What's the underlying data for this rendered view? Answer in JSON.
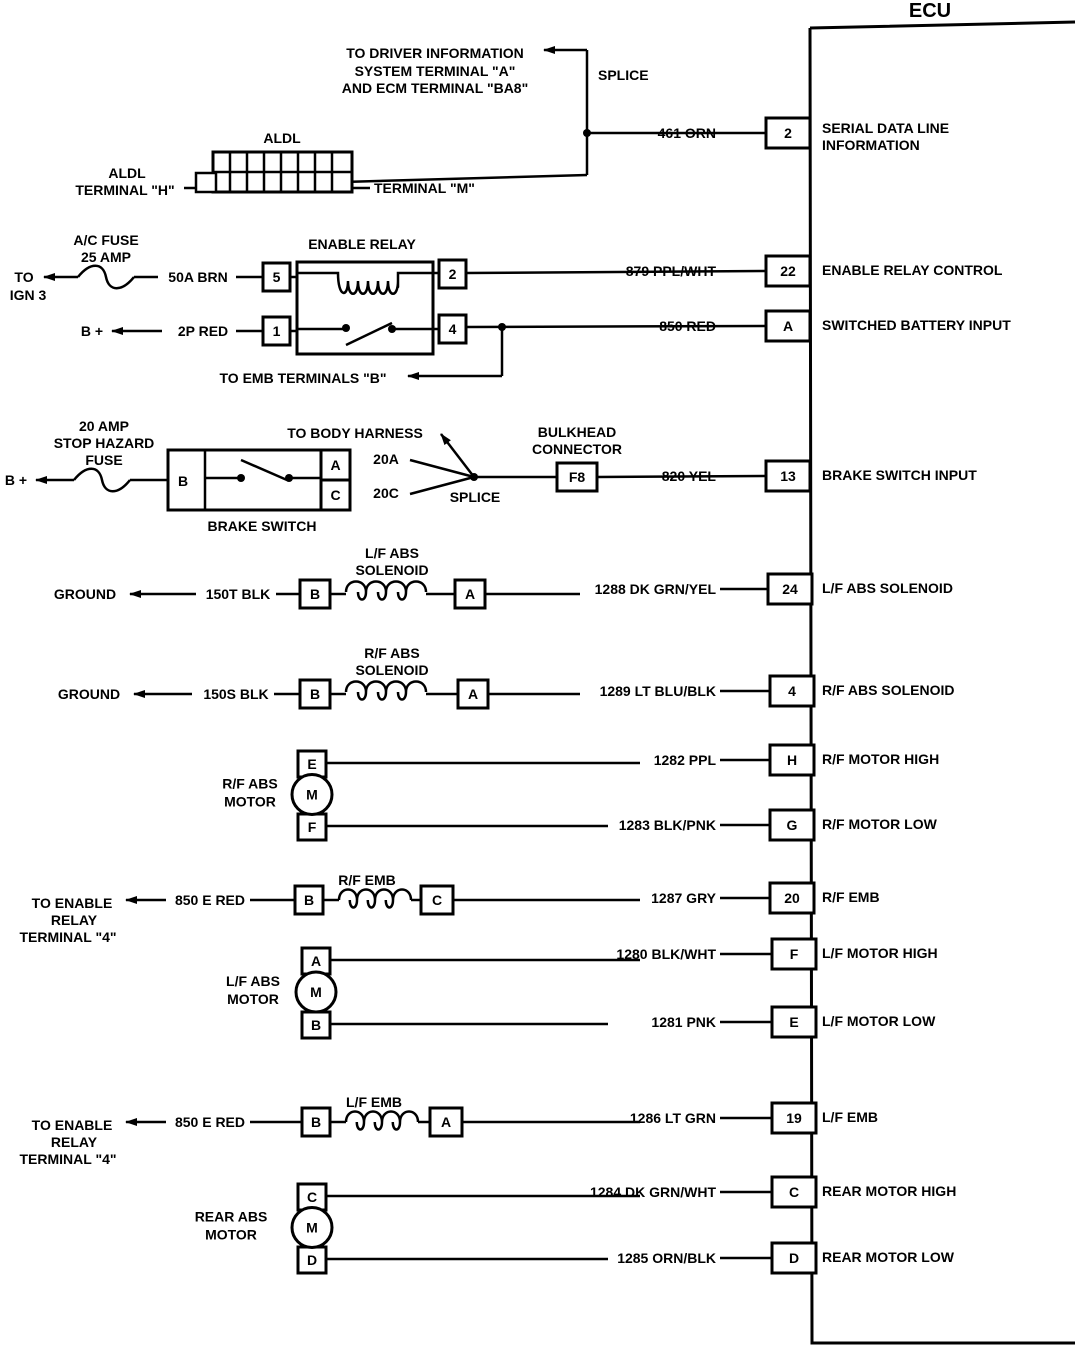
{
  "ecu": {
    "title": "ECU",
    "terminals": [
      {
        "pin": "2",
        "desc": [
          "SERIAL DATA LINE",
          "INFORMATION"
        ],
        "wire": "461 ORN"
      },
      {
        "pin": "22",
        "desc": [
          "ENABLE RELAY CONTROL"
        ],
        "wire": "879 PPL/WHT"
      },
      {
        "pin": "A",
        "desc": [
          "SWITCHED BATTERY INPUT"
        ],
        "wire": "850 RED"
      },
      {
        "pin": "13",
        "desc": [
          "BRAKE SWITCH INPUT"
        ],
        "wire": "820 YEL"
      },
      {
        "pin": "24",
        "desc": [
          "L/F ABS SOLENOID"
        ],
        "wire": "1288 DK GRN/YEL"
      },
      {
        "pin": "4",
        "desc": [
          "R/F ABS SOLENOID"
        ],
        "wire": "1289 LT BLU/BLK"
      },
      {
        "pin": "H",
        "desc": [
          "R/F MOTOR HIGH"
        ],
        "wire": "1282 PPL"
      },
      {
        "pin": "G",
        "desc": [
          "R/F MOTOR LOW"
        ],
        "wire": "1283 BLK/PNK"
      },
      {
        "pin": "20",
        "desc": [
          "R/F EMB"
        ],
        "wire": "1287 GRY"
      },
      {
        "pin": "F",
        "desc": [
          "L/F MOTOR HIGH"
        ],
        "wire": "1280 BLK/WHT"
      },
      {
        "pin": "E",
        "desc": [
          "L/F MOTOR LOW"
        ],
        "wire": "1281 PNK"
      },
      {
        "pin": "19",
        "desc": [
          "L/F EMB"
        ],
        "wire": "1286 LT GRN"
      },
      {
        "pin": "C",
        "desc": [
          "REAR MOTOR HIGH"
        ],
        "wire": "1284 DK GRN/WHT"
      },
      {
        "pin": "D",
        "desc": [
          "REAR MOTOR LOW"
        ],
        "wire": "1285 ORN/BLK"
      }
    ]
  },
  "aldl": {
    "title": "ALDL",
    "terminal_h": [
      "ALDL",
      "TERMINAL \"H\""
    ],
    "terminal_m": "TERMINAL \"M\"",
    "to_driver_info": [
      "TO DRIVER INFORMATION",
      "SYSTEM TERMINAL \"A\"",
      "AND ECM TERMINAL \"BA8\""
    ],
    "splice": "SPLICE"
  },
  "enable_relay": {
    "title": "ENABLE RELAY",
    "fuse": [
      "A/C FUSE",
      "25 AMP"
    ],
    "to_ign": [
      "TO",
      "IGN 3"
    ],
    "wire_in": "50A BRN",
    "bplus": "B +",
    "wire_bplus": "2P RED",
    "pins": [
      "5",
      "1",
      "2",
      "4"
    ],
    "to_emb": "TO EMB TERMINALS \"B\""
  },
  "brake_switch": {
    "fuse": [
      "20 AMP",
      "STOP HAZARD",
      "FUSE"
    ],
    "bplus": "B +",
    "title": "BRAKE SWITCH",
    "pins": [
      "B",
      "A",
      "C"
    ],
    "wire_a": "20A",
    "wire_c": "20C",
    "to_body": "TO BODY HARNESS",
    "splice": "SPLICE",
    "bulkhead": [
      "BULKHEAD",
      "CONNECTOR"
    ],
    "bulkhead_pin": "F8"
  },
  "lf_solenoid": {
    "title": [
      "L/F ABS",
      "SOLENOID"
    ],
    "ground": "GROUND",
    "wire": "150T BLK",
    "pins": [
      "B",
      "A"
    ]
  },
  "rf_solenoid": {
    "title": [
      "R/F ABS",
      "SOLENOID"
    ],
    "ground": "GROUND",
    "wire": "150S BLK",
    "pins": [
      "B",
      "A"
    ]
  },
  "rf_motor": {
    "title": [
      "R/F ABS",
      "MOTOR"
    ],
    "pins": [
      "E",
      "F"
    ],
    "m": "M"
  },
  "rf_emb": {
    "title": "R/F EMB",
    "to": [
      "TO ENABLE",
      "RELAY",
      "TERMINAL \"4\""
    ],
    "wire": "850 E RED",
    "pins": [
      "B",
      "C"
    ]
  },
  "lf_motor": {
    "title": [
      "L/F ABS",
      "MOTOR"
    ],
    "pins": [
      "A",
      "B"
    ],
    "m": "M"
  },
  "lf_emb": {
    "title": "L/F EMB",
    "to": [
      "TO ENABLE",
      "RELAY",
      "TERMINAL \"4\""
    ],
    "wire": "850 E RED",
    "pins": [
      "B",
      "A"
    ]
  },
  "rear_motor": {
    "title": [
      "REAR ABS",
      "MOTOR"
    ],
    "pins": [
      "C",
      "D"
    ],
    "m": "M"
  }
}
